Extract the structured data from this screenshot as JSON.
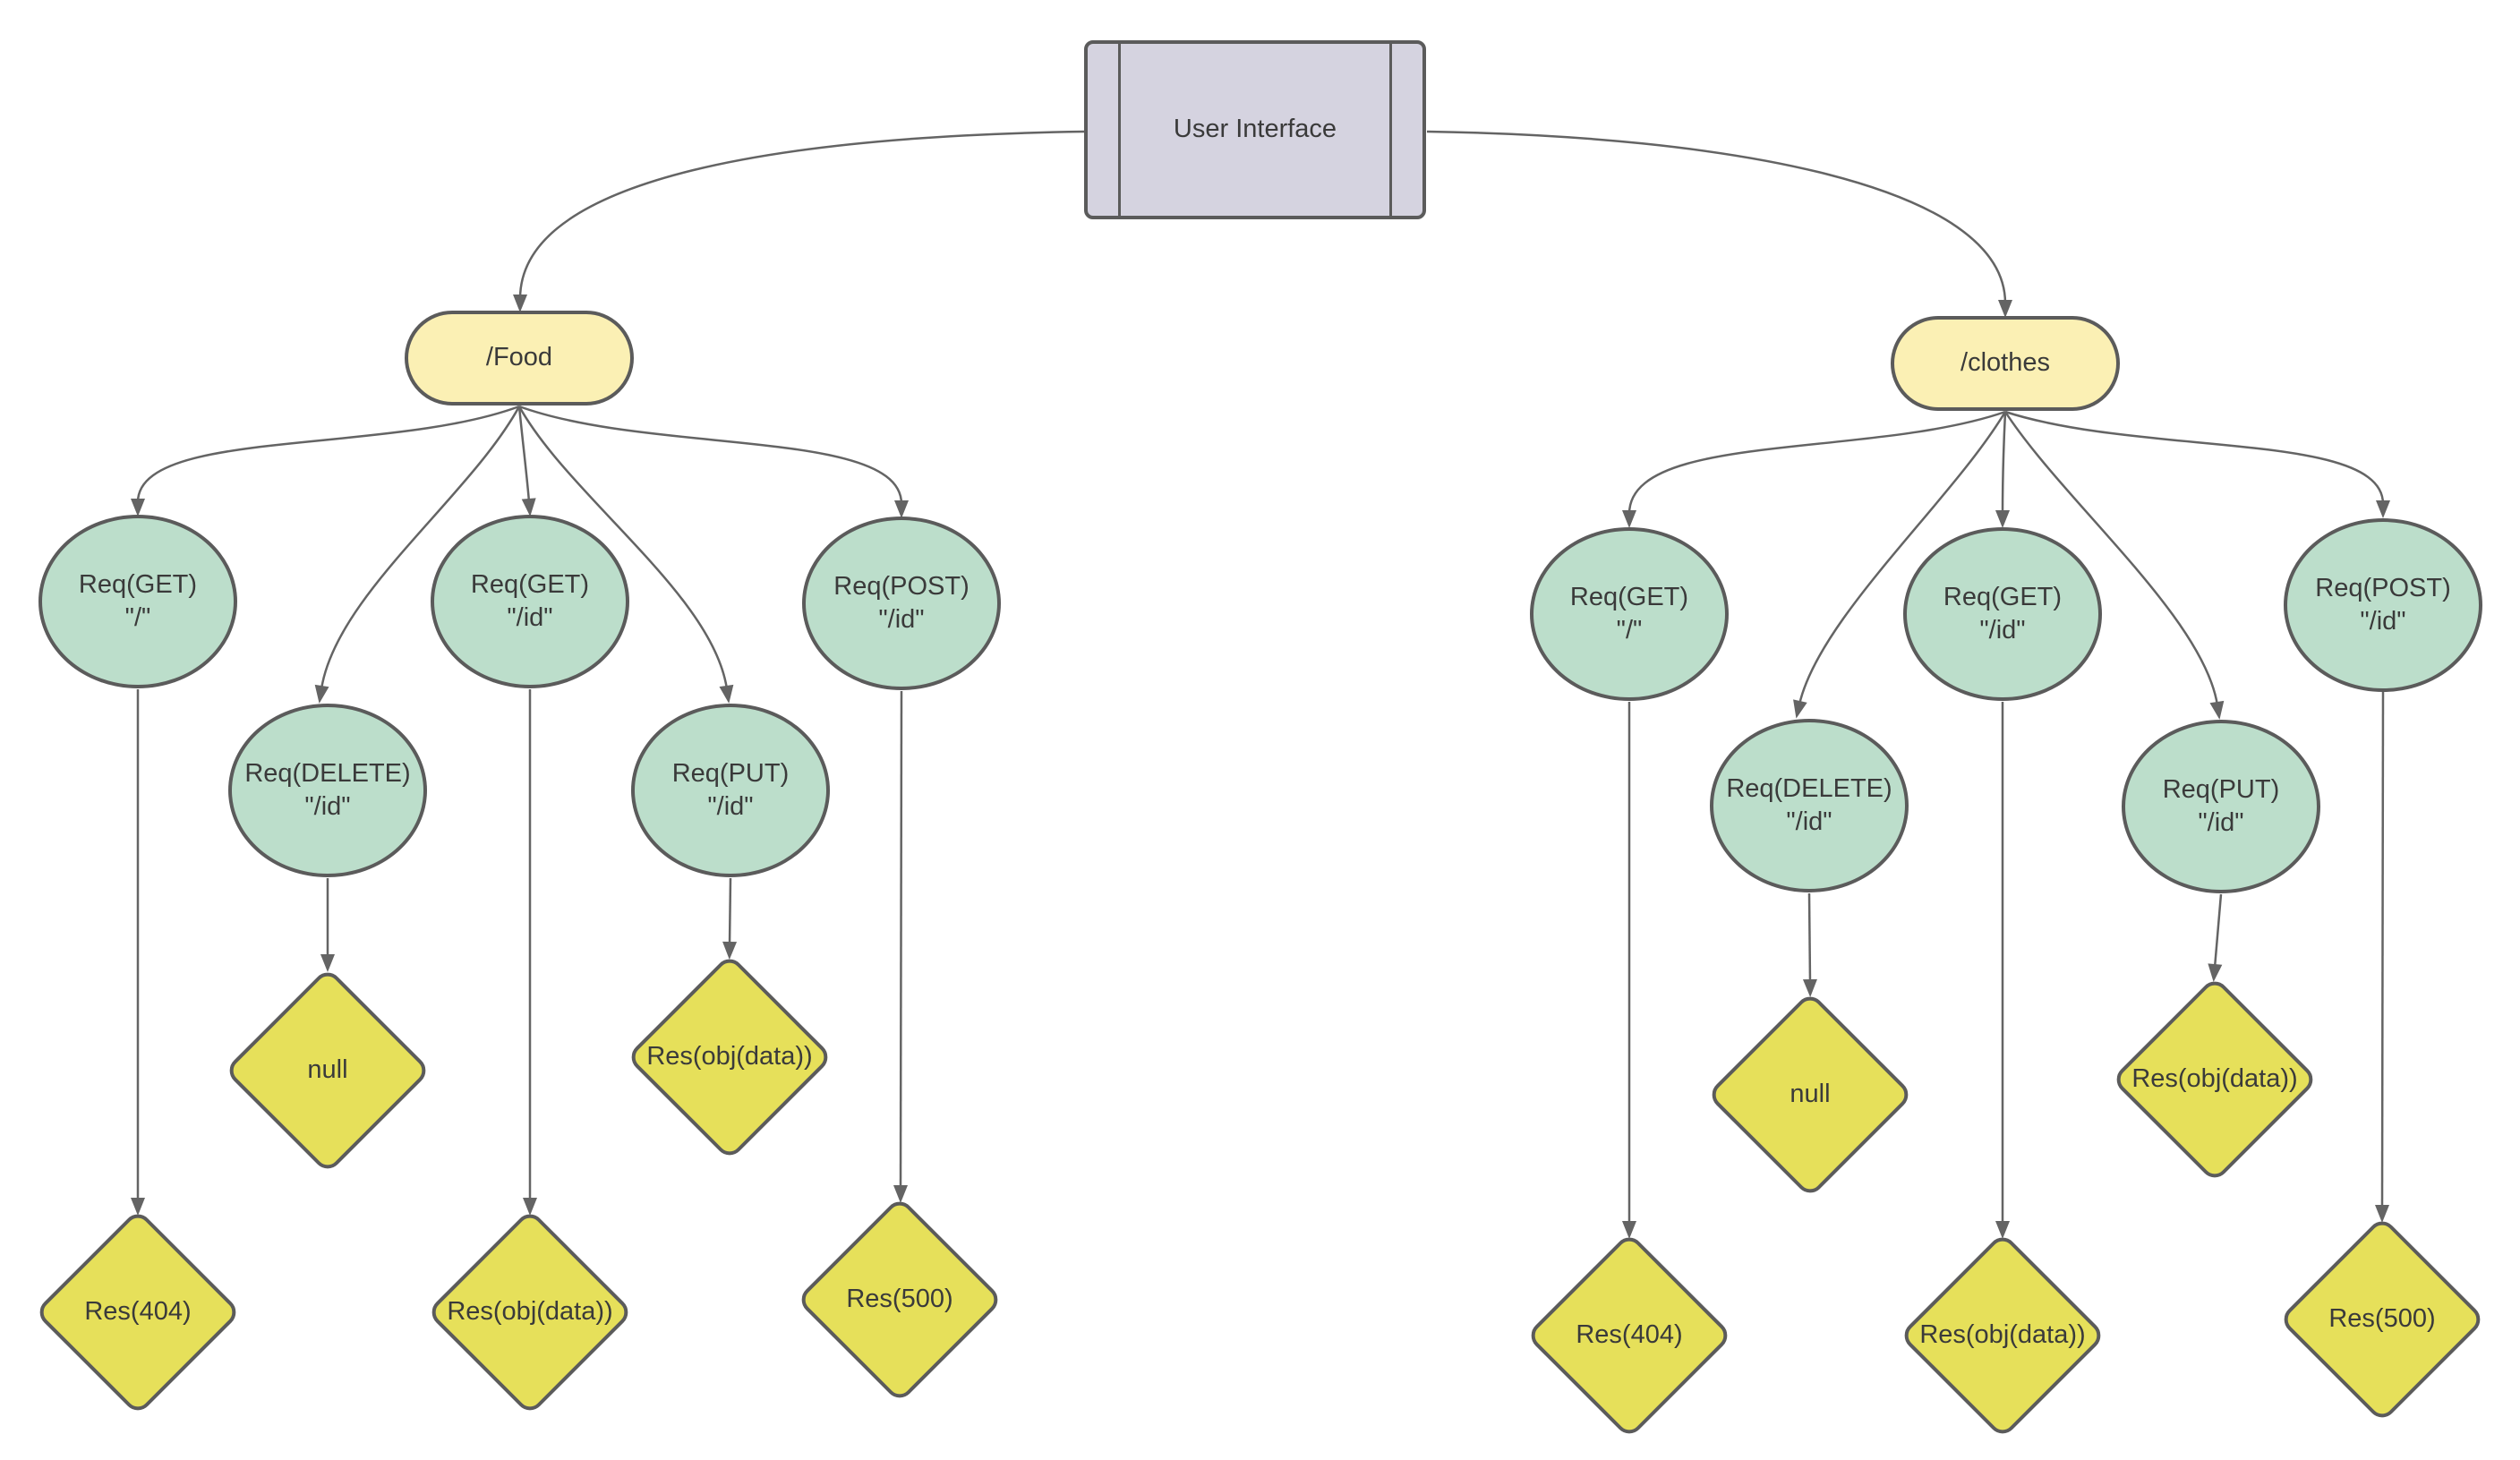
{
  "root": {
    "label": "User Interface"
  },
  "colors": {
    "process_fill": "#D5D3E0",
    "pill_fill": "#FBF0B4",
    "circle_fill": "#BCDECB",
    "diamond_fill": "#E6E05A",
    "stroke": "#5B5B5B",
    "edge": "#646464",
    "text": "#3A3A3A",
    "canvas_bg": "#FFFFFF"
  },
  "food": {
    "label": "/Food",
    "circles": [
      {
        "line1": "Req(GET)",
        "line2": "\"/\""
      },
      {
        "line1": "Req(DELETE)",
        "line2": "\"/id\""
      },
      {
        "line1": "Req(GET)",
        "line2": "\"/id\""
      },
      {
        "line1": "Req(PUT)",
        "line2": "\"/id\""
      },
      {
        "line1": "Req(POST)",
        "line2": "\"/id\""
      }
    ],
    "diamonds": [
      {
        "label": "Res(404)"
      },
      {
        "label": "null"
      },
      {
        "label": "Res(obj(data))"
      },
      {
        "label": "Res(obj(data))"
      },
      {
        "label": "Res(500)"
      }
    ]
  },
  "clothes": {
    "label": "/clothes",
    "circles": [
      {
        "line1": "Req(GET)",
        "line2": "\"/\""
      },
      {
        "line1": "Req(DELETE)",
        "line2": "\"/id\""
      },
      {
        "line1": "Req(GET)",
        "line2": "\"/id\""
      },
      {
        "line1": "Req(PUT)",
        "line2": "\"/id\""
      },
      {
        "line1": "Req(POST)",
        "line2": "\"/id\""
      }
    ],
    "diamonds": [
      {
        "label": "Res(404)"
      },
      {
        "label": "null"
      },
      {
        "label": "Res(obj(data))"
      },
      {
        "label": "Res(obj(data))"
      },
      {
        "label": "Res(500)"
      }
    ]
  }
}
